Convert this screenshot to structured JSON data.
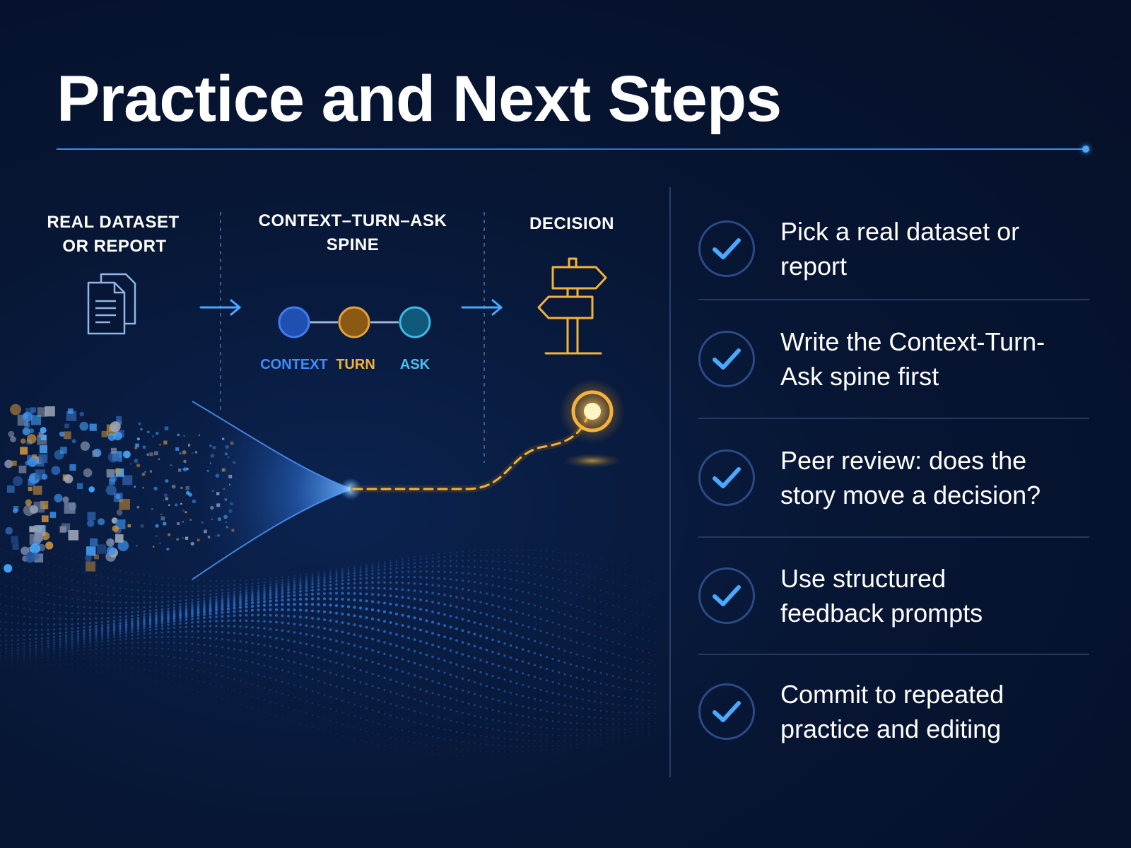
{
  "title": "Practice and Next Steps",
  "flow": {
    "steps": [
      {
        "line1": "REAL DATASET",
        "line2": "OR REPORT",
        "icon": "document-stack-icon"
      },
      {
        "line1": "CONTEXT–TURN–ASK",
        "line2": "SPINE",
        "icon": "spine-nodes-icon"
      },
      {
        "line1": "DECISION",
        "line2": "",
        "icon": "signpost-icon"
      }
    ],
    "spine_nodes": [
      {
        "label": "CONTEXT",
        "color": "#1f4fb0",
        "stroke": "#3f7cf0",
        "text_color": "#3f8cff"
      },
      {
        "label": "TURN",
        "color": "#8a5a14",
        "stroke": "#e3a236",
        "text_color": "#f2b136"
      },
      {
        "label": "ASK",
        "color": "#0f5a7a",
        "stroke": "#40b6e6",
        "text_color": "#49c0f0"
      }
    ]
  },
  "checklist": {
    "items": [
      {
        "text": "Pick a real dataset or report"
      },
      {
        "text": "Write the Context-Turn-Ask spine first"
      },
      {
        "text": "Peer review: does the story move a decision?"
      },
      {
        "text": "Use structured feedback prompts"
      },
      {
        "text": "Commit to repeated practice and editing"
      }
    ]
  },
  "colors": {
    "background": "#071634",
    "accent_blue": "#3b8ee8",
    "accent_gold": "#f2b136",
    "check": "#4aa8ff"
  }
}
